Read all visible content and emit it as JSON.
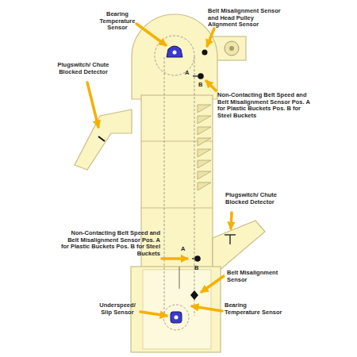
{
  "diagram": {
    "labels": [
      "Bearing Temperature Sensor",
      "Belt Misalignment Sensor and Head Pulley Alignment Sensor",
      "Plugswitch/ Chute Blocked Detector",
      "A",
      "B",
      "Non-Contacting Belt Speed and Belt Misalignment Sensor Pos. A for Plastic Buckets Pos. B for Steel Buckets",
      "Plugswitch/ Chute Blocked Detector",
      "Non-Contacting Belt Speed and Belt Misalignment Sensor Pos. A for Plastic Buckets Pos. B for Steel Buckets",
      "A",
      "B",
      "Belt Misalignment Sensor",
      "Underspeed/ Slip Sensor",
      "Bearing Temperature Sensor"
    ]
  }
}
